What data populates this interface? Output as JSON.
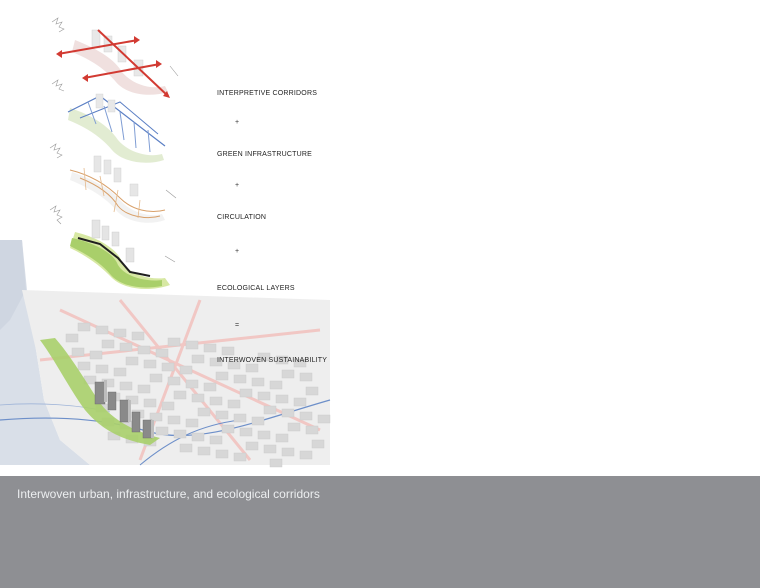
{
  "diagram": {
    "layers": [
      {
        "label": "INTERPRETIVE CORRIDORS",
        "color": "#d23a32"
      },
      {
        "label": "GREEN INFRASTRUCTURE",
        "color": "#5b7fc4"
      },
      {
        "label": "CIRCULATION",
        "color": "#d8a06a"
      },
      {
        "label": "ECOLOGICAL LAYERS",
        "color": "#b9d86a"
      }
    ],
    "operators": [
      "+",
      "+",
      "+",
      "="
    ],
    "result": {
      "label": "INTERWOVEN SUSTAINABILITY"
    }
  },
  "caption": "Interwoven urban, infrastructure, and ecological corridors",
  "colors": {
    "footer": "#8e8f93",
    "water": "#dfe4ec",
    "green": "#a9cf6a"
  }
}
